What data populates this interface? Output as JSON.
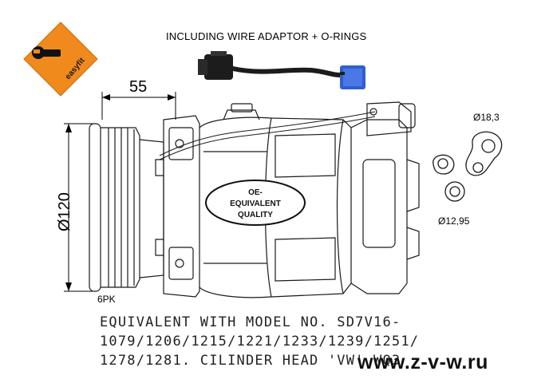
{
  "header": {
    "text": "INCLUDING WIRE ADAPTOR + O-RINGS"
  },
  "badge": {
    "text": "easyfit",
    "color": "#f08a1c"
  },
  "dimensions": {
    "width_label": "55",
    "diameter_label": "Ø120"
  },
  "pulley": {
    "label": "6PK"
  },
  "oe_badge": {
    "line1": "OE-",
    "line2": "EQUIVALENT",
    "line3": "QUALITY"
  },
  "o_rings": {
    "large_label": "Ø18,3",
    "small_label": "Ø12,95"
  },
  "description": {
    "line1": "EQUIVALENT WITH MODEL NO. SD7V16-",
    "line2": "1079/1206/1215/1221/1233/1239/1251/",
    "line3": "1278/1281. CILINDER HEAD 'VW' WQ3"
  },
  "watermark": {
    "text": "www.z-v-w.ru"
  },
  "colors": {
    "accent": "#f08a1c",
    "connector_blue": "#2f5fd0",
    "line": "#1a1a1a"
  }
}
